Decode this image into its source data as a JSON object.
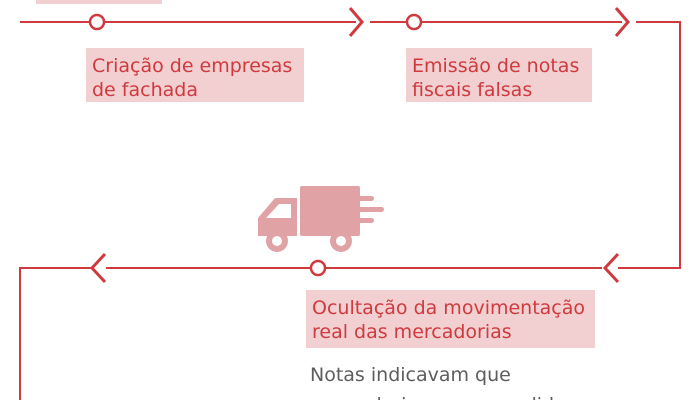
{
  "steps": [
    {
      "lines": [
        "Criação de empresas",
        "de fachada"
      ]
    },
    {
      "lines": [
        "Emissão de notas",
        "fiscais falsas"
      ]
    },
    {
      "lines": [
        "Ocultação da movimentação",
        "real das mercadorias"
      ]
    }
  ],
  "note": {
    "lines": [
      "Notas indicavam que",
      "mercadorias eram vendidas"
    ]
  },
  "icons": [
    "chevron-right-icon",
    "chevron-left-icon",
    "truck-icon",
    "timeline-node-icon"
  ],
  "colors": {
    "line": "#cf3a3f",
    "label_background": "#f2cfd0",
    "label_text": "#cf3a3f",
    "truck": "#e0a2a4",
    "note_text": "#5d5d5d"
  }
}
